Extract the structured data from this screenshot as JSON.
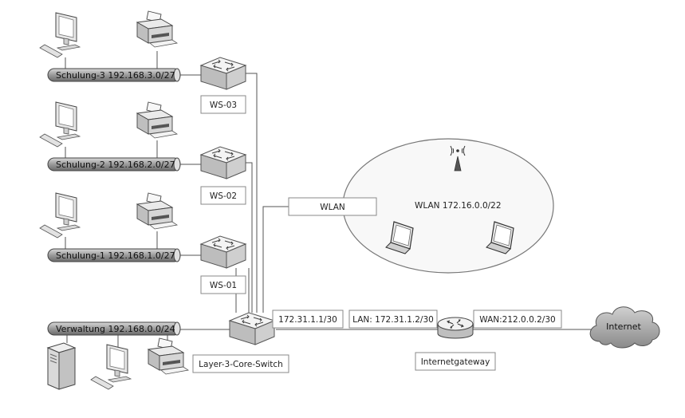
{
  "segments": [
    {
      "label": "Schulung-3 192.168.3.0/27",
      "switch_label": "WS-03"
    },
    {
      "label": "Schulung-2 192.168.2.0/27",
      "switch_label": "WS-02"
    },
    {
      "label": "Schulung-1 192.168.1.0/27",
      "switch_label": "WS-01"
    },
    {
      "label": "Verwaltung 192.168.0.0/24"
    }
  ],
  "core": {
    "label": "Layer-3-Core-Switch",
    "uplink_ip": "172.31.1.1/30"
  },
  "wlan": {
    "link_label": "WLAN",
    "network_label": "WLAN 172.16.0.0/22"
  },
  "gateway": {
    "label": "Internetgateway",
    "lan_ip": "LAN: 172.31.1.2/30",
    "wan_ip": "WAN:212.0.0.2/30"
  },
  "internet": {
    "label": "Internet"
  }
}
